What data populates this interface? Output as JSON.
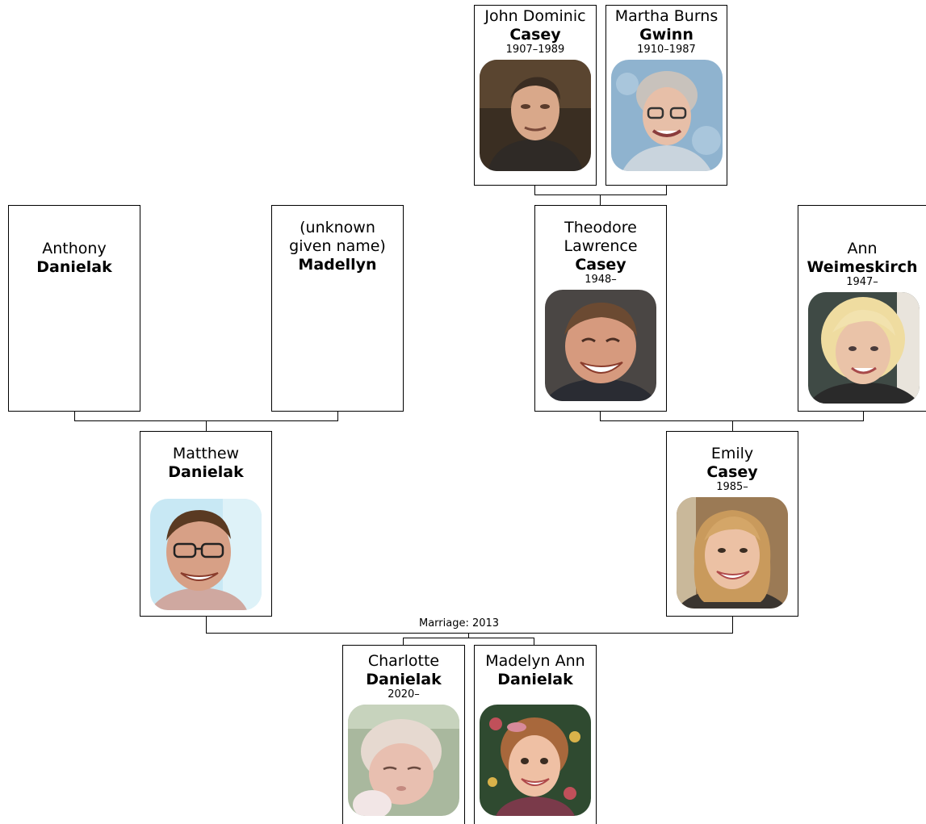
{
  "people": {
    "john": {
      "given": "John Dominic",
      "surname": "Casey",
      "dates": "1907–1989",
      "photo": "photo-older-man-glasses"
    },
    "martha": {
      "given": "Martha Burns",
      "surname": "Gwinn",
      "dates": "1910–1987",
      "photo": "photo-older-woman-glasses"
    },
    "anthony": {
      "given": "Anthony",
      "surname": "Danielak"
    },
    "unknown": {
      "given": "(unknown given name)",
      "surname": "Madellyn"
    },
    "theodore": {
      "given": "Theodore Lawrence",
      "surname": "Casey",
      "dates": "1948–",
      "photo": "photo-smiling-man"
    },
    "ann": {
      "given": "Ann",
      "surname": "Weimeskirch",
      "dates": "1947–",
      "photo": "photo-blonde-woman"
    },
    "matthew": {
      "given": "Matthew",
      "surname": "Danielak",
      "photo": "photo-man-glasses"
    },
    "emily": {
      "given": "Emily",
      "surname": "Casey",
      "dates": "1985–",
      "photo": "photo-young-woman"
    },
    "charlotte": {
      "given": "Charlotte",
      "surname": "Danielak",
      "dates": "2020–",
      "photo": "photo-newborn"
    },
    "madelyn": {
      "given": "Madelyn Ann",
      "surname": "Danielak",
      "photo": "photo-toddler-girl"
    }
  },
  "marriage_label": "Marriage: 2013",
  "colors": {
    "line": "#000000",
    "box_border": "#000000",
    "background": "#ffffff"
  }
}
